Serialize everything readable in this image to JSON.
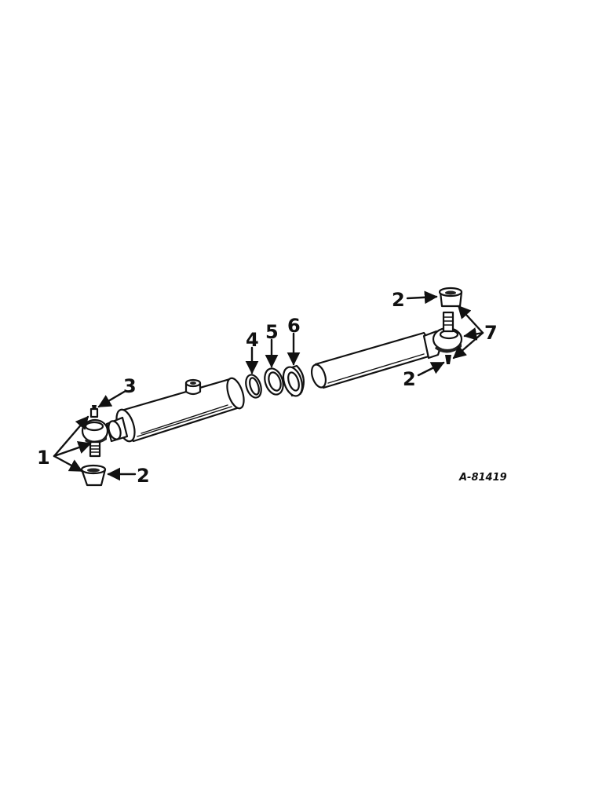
{
  "diagram": {
    "figure_id": "A-81419",
    "callouts": {
      "c1": "1",
      "c2_lower_left": "2",
      "c2_upper_right": "2",
      "c2_lower_right": "2",
      "c3": "3",
      "c4": "4",
      "c5": "5",
      "c6": "6",
      "c7": "7"
    }
  }
}
